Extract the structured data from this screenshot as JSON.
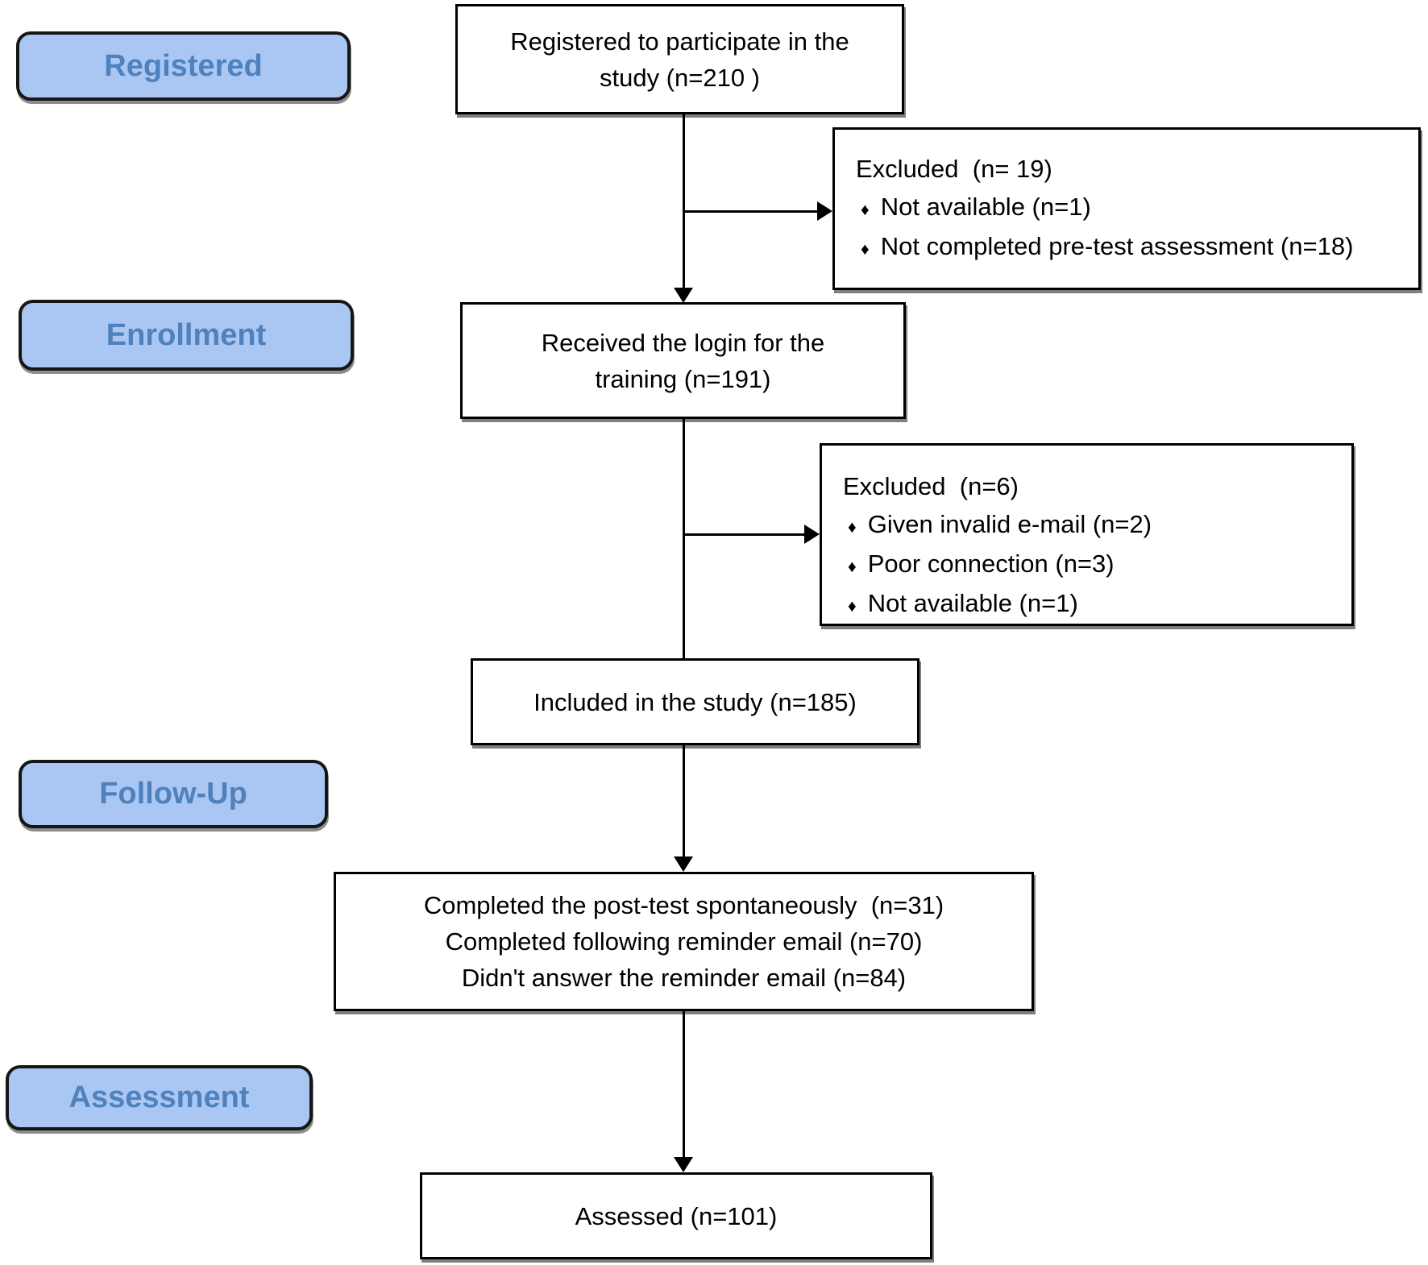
{
  "colors": {
    "stage_fill": "#aac7f4",
    "stage_text": "#4f81bd",
    "stage_border": "#161616",
    "box_border": "#000000",
    "line_color": "#000000",
    "background": "#ffffff"
  },
  "stages": {
    "registered": "Registered",
    "enrollment": "Enrollment",
    "followup": "Follow-Up",
    "assessment": "Assessment"
  },
  "flow": {
    "registered": {
      "line1": "Registered to participate in the",
      "line2": "study (n=210 )"
    },
    "received": {
      "line1": "Received the login for the",
      "line2": "training (n=191)"
    },
    "included": {
      "text": "Included in the study (n=185)"
    },
    "followup": {
      "line1": "Completed the post-test spontaneously  (n=31)",
      "line2": "Completed following reminder email (n=70)",
      "line3": "Didn't answer the reminder email (n=84)"
    },
    "assessed": {
      "text": "Assessed (n=101)"
    }
  },
  "exclusions": {
    "first": {
      "header": "Excluded  (n= 19)",
      "bullet_glyph": "♦",
      "items": [
        "Not available (n=1)",
        "Not completed pre-test assessment (n=18)"
      ]
    },
    "second": {
      "header": "Excluded  (n=6)",
      "bullet_glyph": "♦",
      "items": [
        "Given invalid e-mail (n=2)",
        "Poor connection (n=3)",
        "Not available (n=1)"
      ]
    }
  }
}
